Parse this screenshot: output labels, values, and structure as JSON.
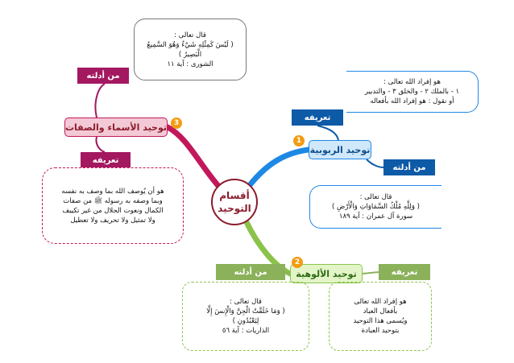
{
  "center": {
    "line1": "أقسام",
    "line2": "التوحيد"
  },
  "branches": {
    "rububiyyah": {
      "number": "1",
      "title": "توحيد الربوبية"
    },
    "uluhiyyah": {
      "number": "2",
      "title": "توحيد الألوهية"
    },
    "asma": {
      "number": "3",
      "title": "توحيد الأسماء والصفات"
    }
  },
  "tags": {
    "asma_evidence": "من أدلته",
    "asma_definition": "تعريفه",
    "rububiyyah_definition": "تعريفه",
    "rububiyyah_evidence": "من أدلته",
    "uluhiyyah_evidence": "من أدلته",
    "uluhiyyah_definition": "تعريفه"
  },
  "boxes": {
    "asma_evidence": [
      "قال تعالى :",
      "( لَيْسَ كَمِثْلِهِ شَيْءٌ وَهُوَ السَّمِيعُ",
      "الْبَصِيرُ )",
      "الشورى : آية ١١"
    ],
    "asma_definition": [
      "هو أن يُوصف الله بما وصف به نفسه",
      "وبما وصفه به رسوله ﷺ من صفات",
      "الكمال ونعوت الجلال من غير تكييف",
      "ولا تمثيل ولا تحريف ولا تعطيل"
    ],
    "rububiyyah_definition": [
      "هو إفراد الله تعالى :",
      "١ - بالملك ٢ - والخلق ٣ - والتدبير",
      "أو نقول : هو إفراد الله بأفعاله"
    ],
    "rububiyyah_evidence": [
      "قال تعالى :",
      "( وَلِلَّهِ مُلْكُ السَّمَاوَاتِ وَالْأَرْضِ )",
      "سورة آل عمران : آية ١٨٩"
    ],
    "uluhiyyah_evidence": [
      "قال تعالى :",
      "( وَمَا خَلَقْتُ الْجِنَّ وَالْإِنسَ إِلَّا",
      "لِيَعْبُدُونِ )",
      "الذاريات : آية ٥٦"
    ],
    "uluhiyyah_definition": [
      "هو إفراد الله تعالى",
      "بأفعال العباد",
      "ويُسمى هذا التوحيد",
      "بتوحيد العبادة"
    ]
  },
  "colors": {
    "asma": "#c2185b",
    "rububiyyah": "#1e88e5",
    "uluhiyyah": "#8bc34a",
    "number_badge": "#f39c12"
  }
}
